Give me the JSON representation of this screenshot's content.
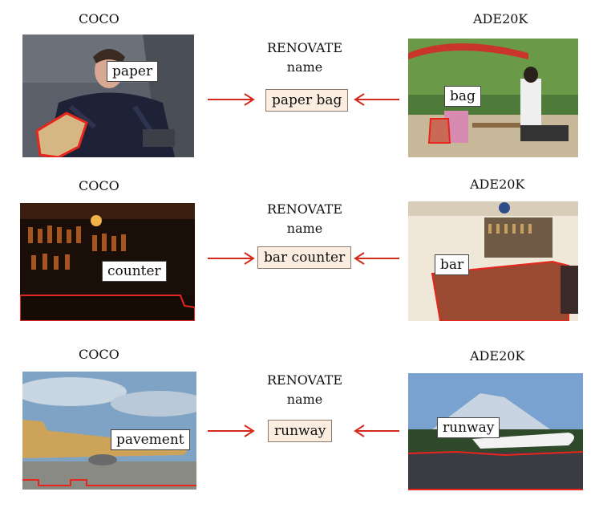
{
  "rows": [
    {
      "left_source": "COCO",
      "right_source": "ADE20K",
      "renovate_title": "RENOVATE",
      "renovate_sub": "name",
      "left_tag": "paper",
      "right_tag": "bag",
      "result": "paper bag"
    },
    {
      "left_source": "COCO",
      "right_source": "ADE20K",
      "renovate_title": "RENOVATE",
      "renovate_sub": "name",
      "left_tag": "counter",
      "right_tag": "bar",
      "result": "bar counter"
    },
    {
      "left_source": "COCO",
      "right_source": "ADE20K",
      "renovate_title": "RENOVATE",
      "renovate_sub": "name",
      "left_tag": "pavement",
      "right_tag": "runway",
      "result": "runway"
    }
  ],
  "colors": {
    "arrow": "#d42a1e",
    "mask_outline": "#e8251b",
    "result_fill": "#fbeee0"
  }
}
